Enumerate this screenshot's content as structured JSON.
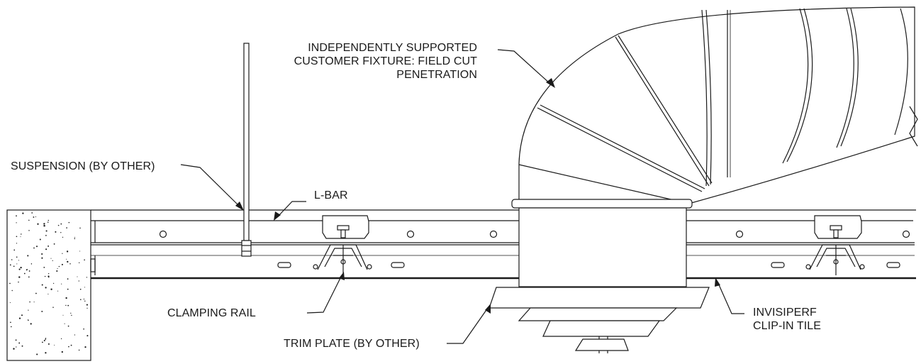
{
  "labels": {
    "fixture_line1": "INDEPENDENTLY SUPPORTED",
    "fixture_line2": "CUSTOMER FIXTURE: FIELD CUT",
    "fixture_line3": "PENETRATION",
    "suspension": "SUSPENSION (BY OTHER)",
    "lbar": "L-BAR",
    "clamping_rail": "CLAMPING RAIL",
    "trim_plate": "TRIM PLATE (BY OTHER)",
    "tile_line1": "INVISIPERF",
    "tile_line2": "CLIP-IN TILE"
  },
  "icons": [
    "arrowhead-icon",
    "concrete-hatch-icon"
  ],
  "colors": {
    "line": "#1a1a1a",
    "background": "#ffffff"
  }
}
